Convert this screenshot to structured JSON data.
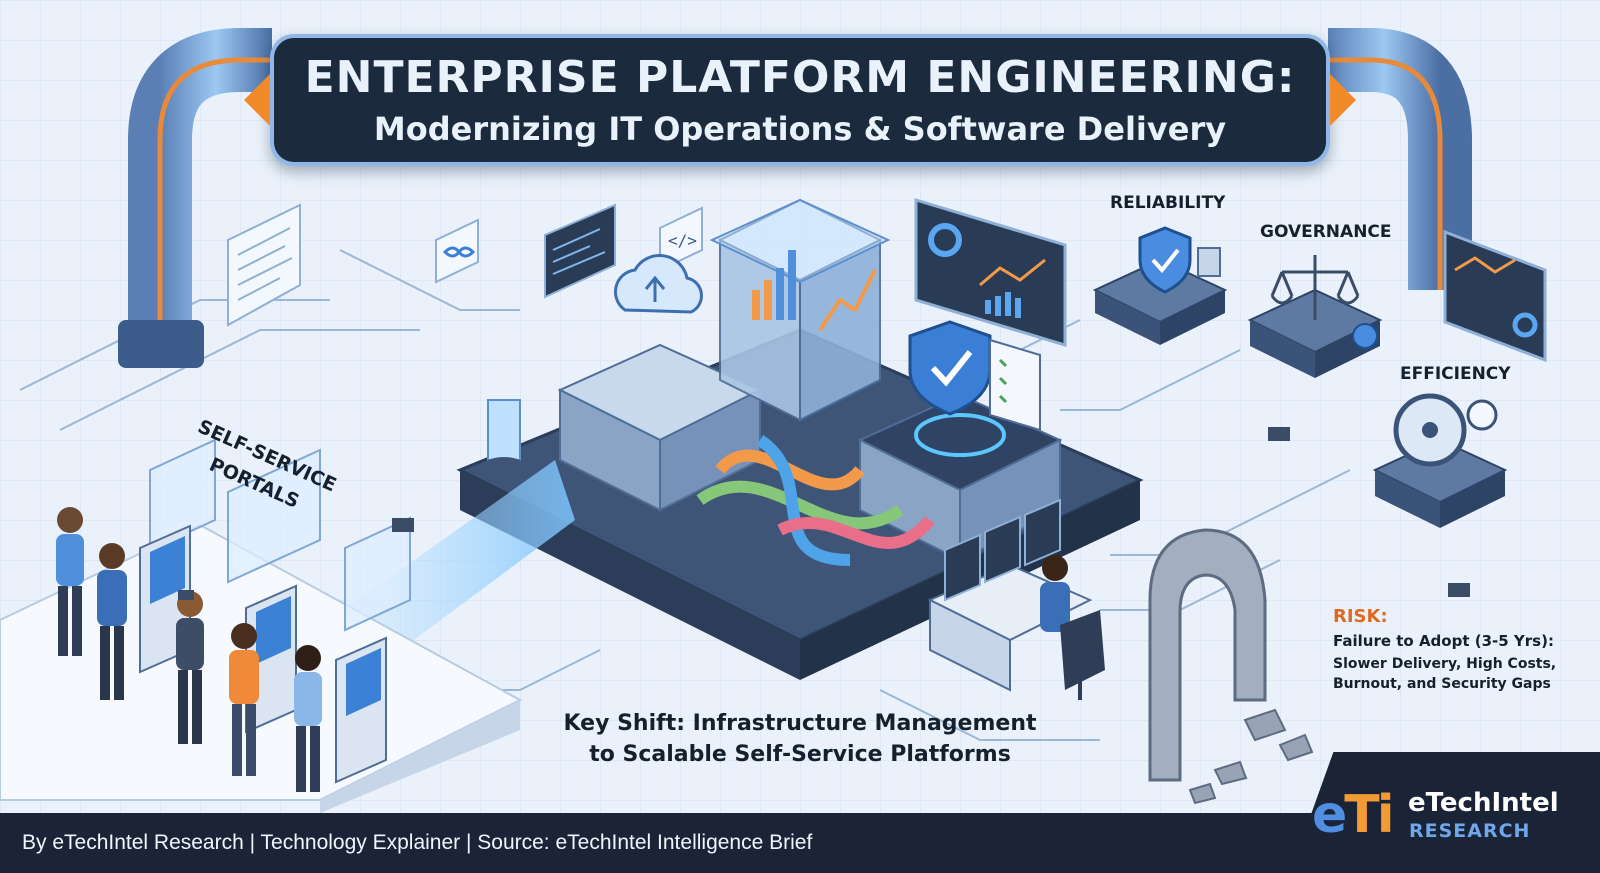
{
  "title": {
    "line1": "ENTERPRISE PLATFORM ENGINEERING:",
    "line2": "Modernizing IT Operations & Software Delivery"
  },
  "pillars": {
    "reliability": "RELIABILITY",
    "governance": "GOVERNANCE",
    "efficiency": "EFFICIENCY"
  },
  "self_service": {
    "line1": "SELF-SERVICE",
    "line2": "PORTALS"
  },
  "key_shift": {
    "line1": "Key Shift: Infrastructure Management",
    "line2": "to Scalable Self-Service Platforms"
  },
  "risk": {
    "title": "RISK:",
    "subtitle": "Failure to Adopt (3-5 Yrs):",
    "description": "Slower Delivery, High Costs, Burnout, and Security Gaps"
  },
  "footer": {
    "byline": "By eTechIntel Research | Technology Explainer | Source: eTechIntel Intelligence Brief"
  },
  "logo": {
    "mark_e": "e",
    "mark_ti": "Ti",
    "name": "eTechIntel",
    "sub": "RESEARCH"
  },
  "colors": {
    "accent_orange": "#f28a2a",
    "navy": "#1c2a3d",
    "brand_blue": "#4f8ee0",
    "risk_orange": "#e06a1f"
  },
  "icons": {
    "reliability": "shield-check-icon",
    "governance": "scales-icon",
    "efficiency": "fan-gauge-icon",
    "code": "code-brackets-icon",
    "infinity": "infinity-icon",
    "cloud": "cloud-upload-icon"
  }
}
